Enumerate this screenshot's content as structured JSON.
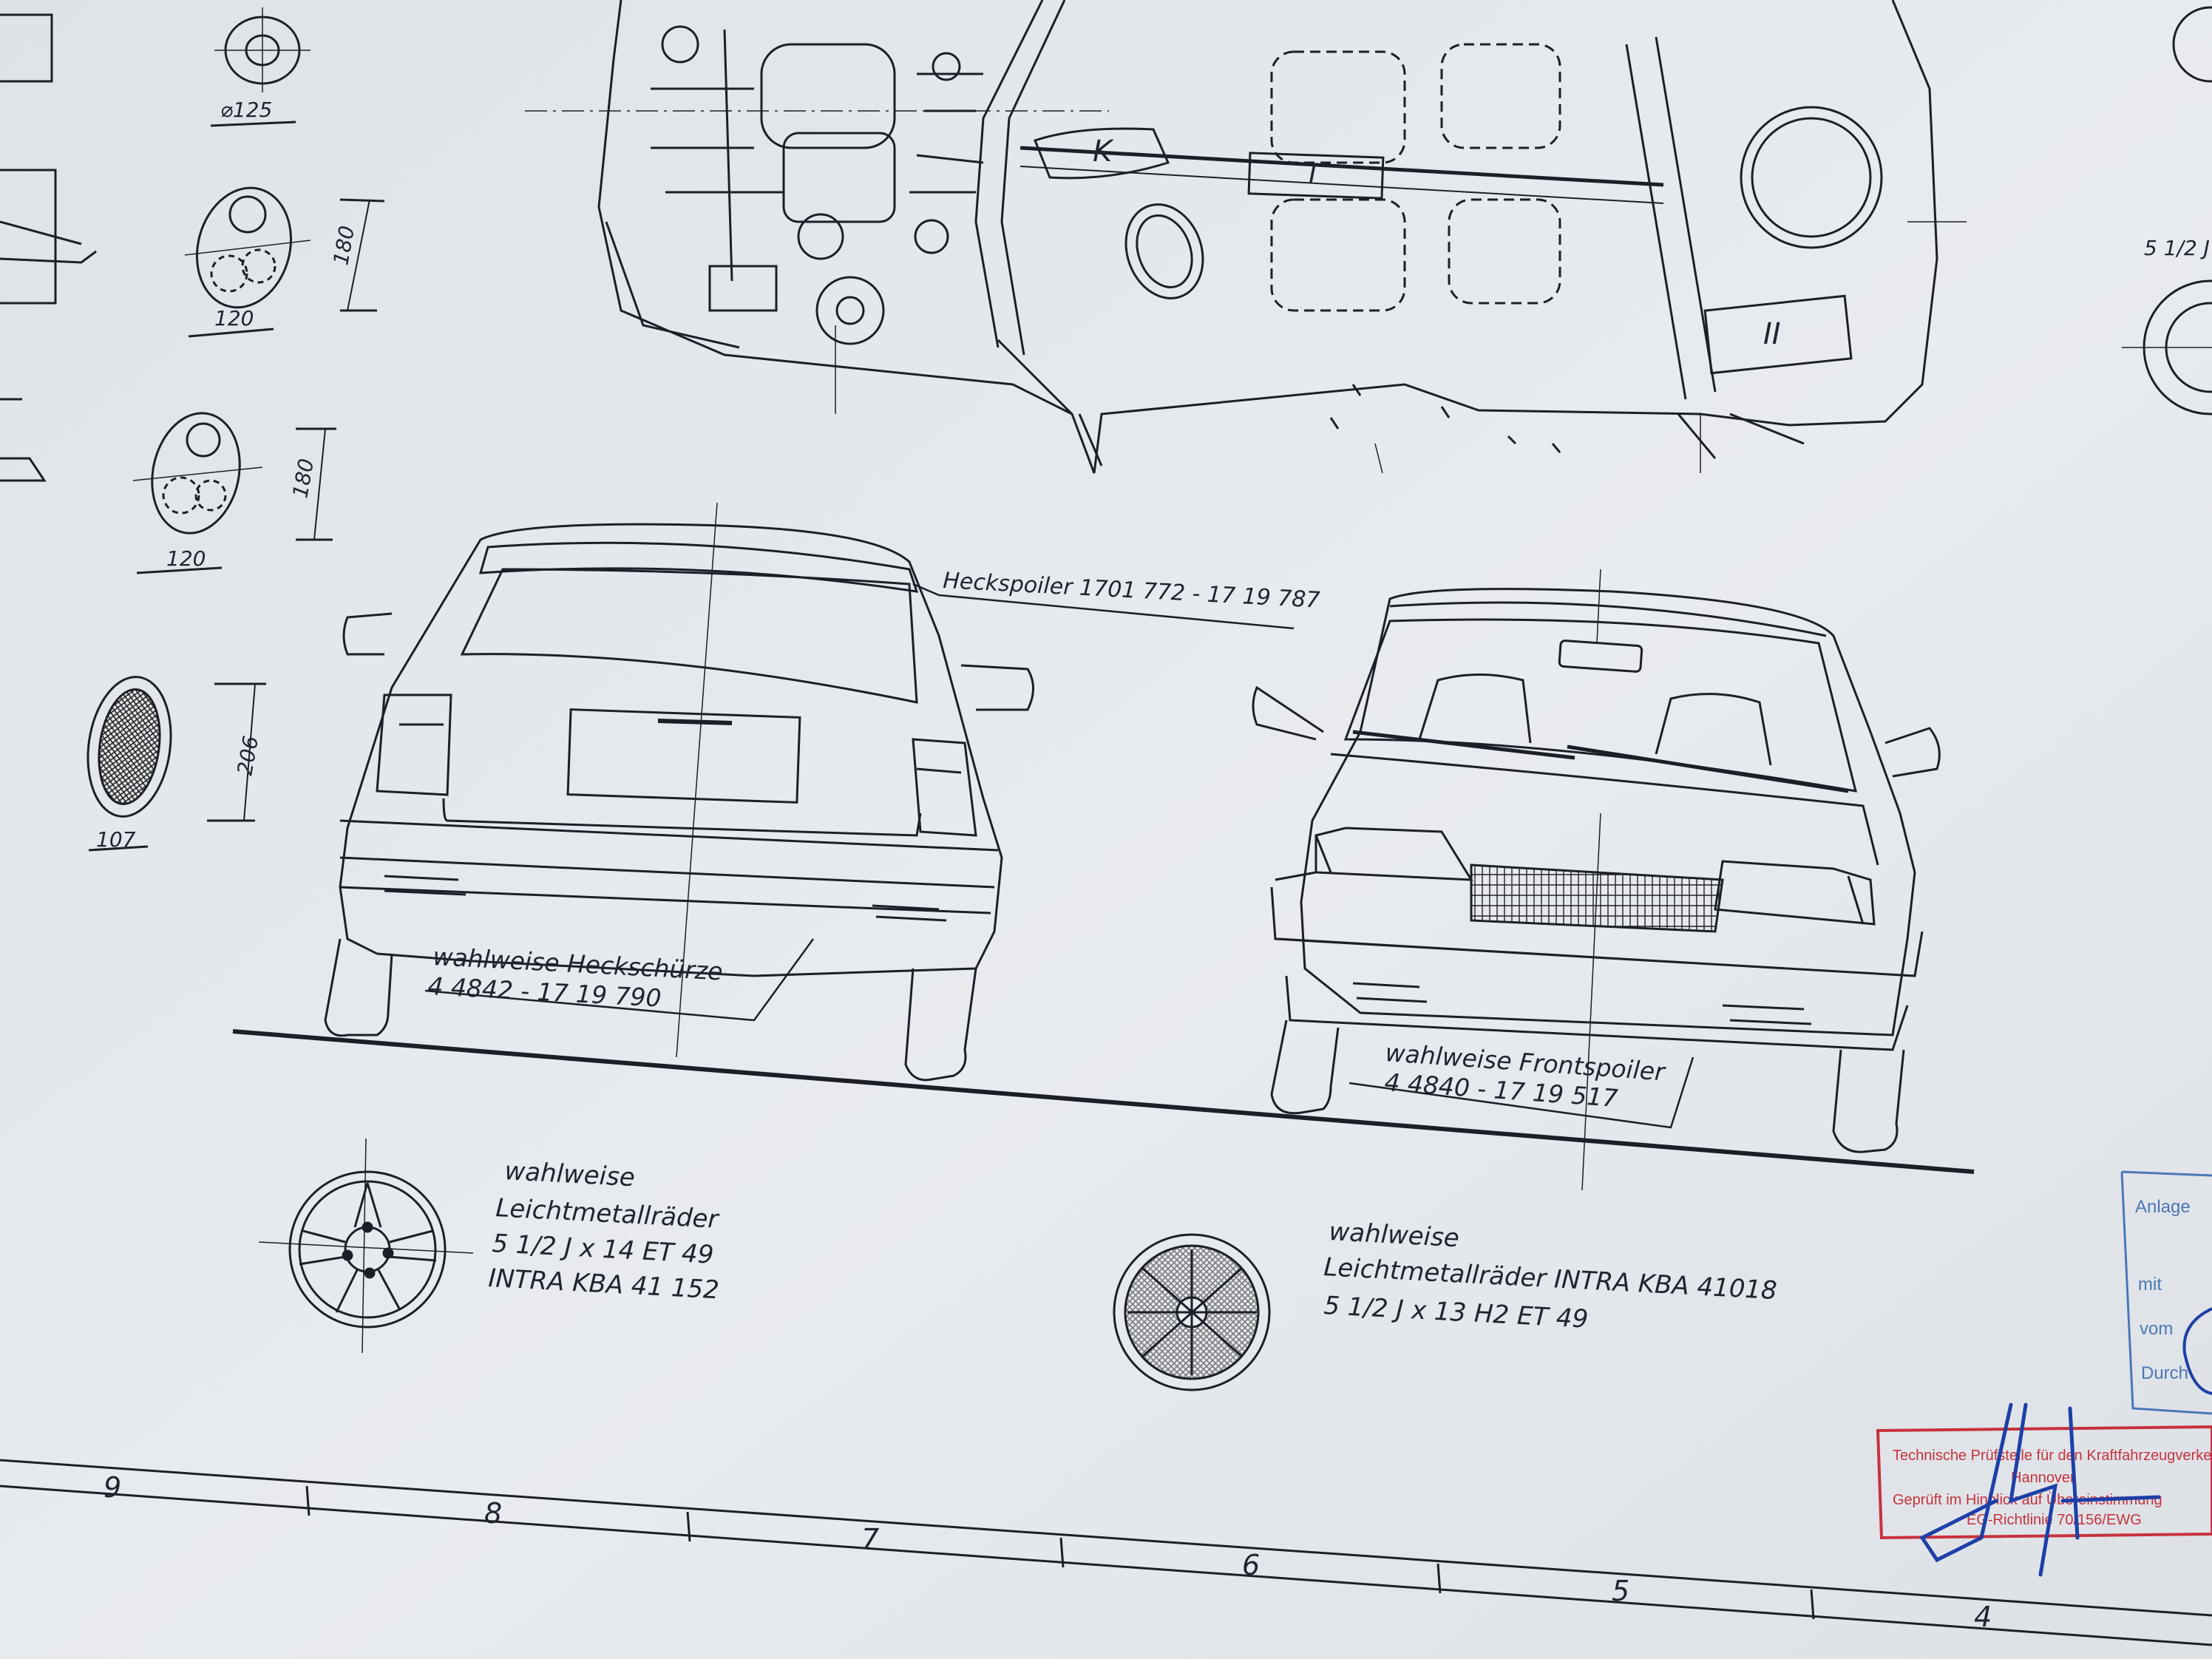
{
  "paper": {
    "color": "#e7eaee",
    "ink": "#1c1f28",
    "stamp_red": "#c8323c",
    "stamp_blue": "#4a78b8",
    "signature_blue": "#1d3fa8"
  },
  "dimensions": {
    "d125": "⌀125",
    "w120_a": "120",
    "h180_a": "180",
    "w120_b": "120",
    "h180_b": "180",
    "h206": "206",
    "w107": "107"
  },
  "topview_labels": {
    "k": "K",
    "one": "I",
    "two": "II"
  },
  "right_edge": {
    "rim_spec": "5 1/2 J"
  },
  "spoilers": {
    "rear": "Heckspoiler 1701 772 - 17 19 787",
    "rear_apron_line1": "wahlweise Heckschürze",
    "rear_apron_line2": "4 4842 - 17 19 790",
    "front_line1": "wahlweise Frontspoiler",
    "front_line2": "4 4840 - 17 19 517"
  },
  "wheels": {
    "left": {
      "line1": "wahlweise",
      "line2": "Leichtmetallräder",
      "line3": "5 1/2 J x 14   ET 49",
      "line4": "INTRA   KBA  41 152"
    },
    "right": {
      "line1": "wahlweise",
      "line2": "Leichtmetallräder   INTRA KBA 41018",
      "line3": "5 1/2  J x 13  H2   ET 49"
    }
  },
  "scale": {
    "n9": "9",
    "n8": "8",
    "n7": "7",
    "n6": "6",
    "n5": "5",
    "n4": "4"
  },
  "stamp_blue": {
    "line1": "Anlage",
    "line2": "mit",
    "line3": "vom",
    "line4": "Durch"
  },
  "stamp_red": {
    "line1": "Technische Prüfstelle für den Kraftfahrzeugverkehr",
    "line2": "Hannover",
    "line3": "Geprüft im Hinblick auf Übereinstimmung",
    "line4": "EG-Richtlinie 70/156/EWG"
  }
}
